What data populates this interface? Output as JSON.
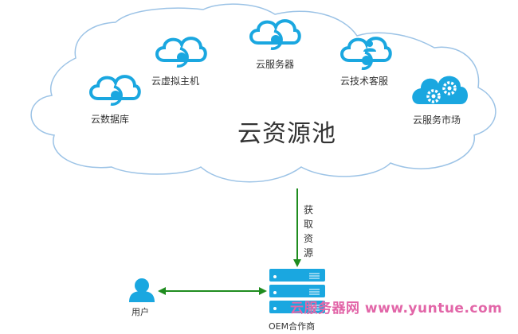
{
  "diagram": {
    "pool_title": "云资源池",
    "cloud_items": [
      {
        "id": "db",
        "label": "云数据库",
        "icon": "cloud-headset-icon"
      },
      {
        "id": "vm",
        "label": "云虚拟主机",
        "icon": "cloud-headset-icon"
      },
      {
        "id": "server",
        "label": "云服务器",
        "icon": "cloud-headset-icon"
      },
      {
        "id": "support",
        "label": "云技术客服",
        "icon": "cloud-user-icon"
      },
      {
        "id": "market",
        "label": "云服务市场",
        "icon": "cloud-gears-icon"
      }
    ],
    "arrow_label": [
      "获",
      "取",
      "资",
      "源"
    ],
    "user_label": "用户",
    "oem_label": "OEM合作商",
    "watermark": "云服务器网 www.yuntue.com",
    "colors": {
      "icon_blue": "#1aa7e0",
      "cloud_outline": "#9cc3e6",
      "arrow_green": "#1f8c1f",
      "watermark_pink": "#e266a8"
    }
  }
}
